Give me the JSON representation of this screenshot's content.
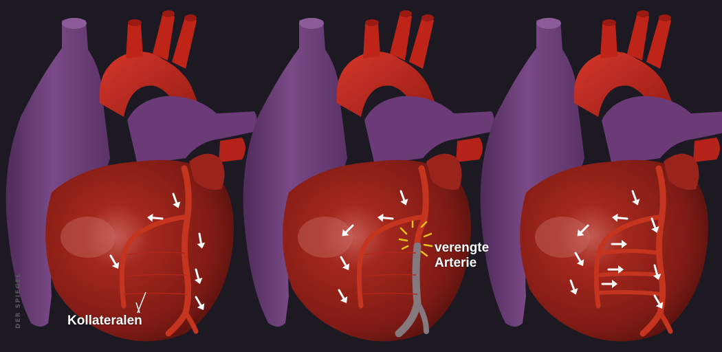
{
  "labels": {
    "kollateralen": "Kollateralen",
    "verengte": "verengte",
    "arterie": "Arterie"
  },
  "credit": "DER SPIEGEL",
  "colors": {
    "background": "#1d1922",
    "heart": "#8e1f18",
    "vein": "#6c3f78",
    "aorta": "#b22218",
    "artery": "#c4341f",
    "narrowed_artery": "#86797e",
    "highlight": "#e8c21c",
    "arrow": "#ffffff"
  }
}
